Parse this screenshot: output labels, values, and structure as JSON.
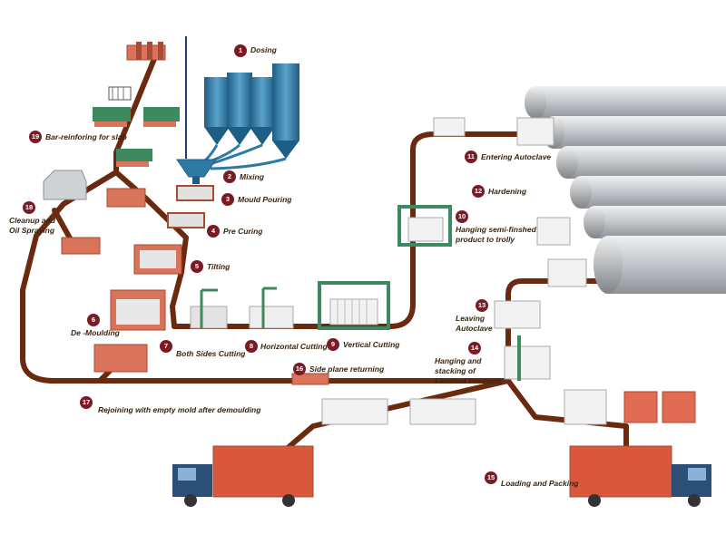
{
  "steps": [
    {
      "num": "1",
      "label": "Dosing"
    },
    {
      "num": "2",
      "label": "Mixing"
    },
    {
      "num": "3",
      "label": "Mould Pouring"
    },
    {
      "num": "4",
      "label": "Pre Curing"
    },
    {
      "num": "5",
      "label": "Tilting"
    },
    {
      "num": "6",
      "label": "De -Moulding"
    },
    {
      "num": "7",
      "label": "Both Sides Cutting"
    },
    {
      "num": "8",
      "label": "Horizontal Cutting"
    },
    {
      "num": "9",
      "label": "Vertical Cutting"
    },
    {
      "num": "10",
      "label": "Hanging semi-finshed product to trolly"
    },
    {
      "num": "11",
      "label": "Entering Autoclave"
    },
    {
      "num": "12",
      "label": "Hardening"
    },
    {
      "num": "13",
      "label": "Leaving Autoclave"
    },
    {
      "num": "14",
      "label": "Hanging and stacking of Finished Products"
    },
    {
      "num": "15",
      "label": "Loading and Packing"
    },
    {
      "num": "16",
      "label": "Side plane returning"
    },
    {
      "num": "17",
      "label": "Rejoining with empty mold after demoulding"
    },
    {
      "num": "18",
      "label": "Cleanup and Oil Spraying"
    },
    {
      "num": "19",
      "label": "Bar-reinforing for slab"
    }
  ],
  "colors": {
    "track": "#6a2a10",
    "mold": "#d9735a",
    "mold_dark": "#a84a34",
    "silo": "#2e7aa6",
    "frame": "#3e8a60",
    "autoclave": "#c9ccd0",
    "truck_cab": "#2c4f78",
    "container": "#d9583c",
    "badge": "#7a1b24"
  }
}
